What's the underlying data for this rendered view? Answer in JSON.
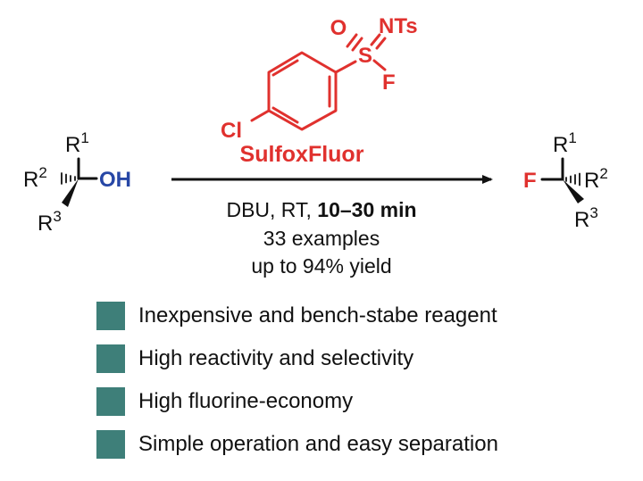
{
  "colors": {
    "reagent": "#e0312e",
    "hydroxyl": "#2747a6",
    "fluorine": "#e0312e",
    "bullet": "#3e7f79",
    "text": "#111111"
  },
  "reagent": {
    "s_label": "S",
    "o_label": "O",
    "nts_label": "NTs",
    "f_label": "F",
    "cl_label": "Cl",
    "name": "SulfoxFluor"
  },
  "substrate": {
    "r1": "R",
    "r1_sup": "1",
    "r2": "R",
    "r2_sup": "2",
    "r3": "R",
    "r3_sup": "3",
    "oh": "OH"
  },
  "product": {
    "f": "F",
    "r1": "R",
    "r1_sup": "1",
    "r2": "R",
    "r2_sup": "2",
    "r3": "R",
    "r3_sup": "3"
  },
  "conditions": {
    "prefix": "DBU, RT, ",
    "time": "10–30 min",
    "examples": "33 examples",
    "yield": "up to 94% yield"
  },
  "bullets": [
    "Inexpensive and bench-stabe reagent",
    "High reactivity and selectivity",
    "High fluorine-economy",
    "Simple operation and easy separation"
  ]
}
